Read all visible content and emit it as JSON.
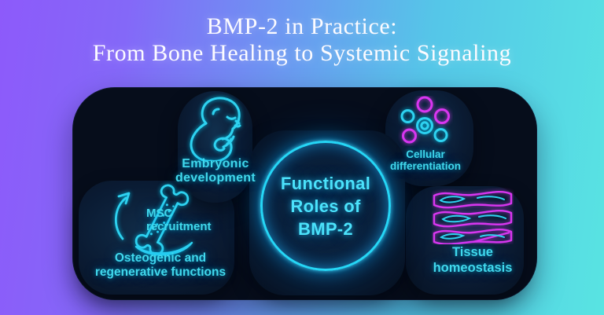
{
  "title": {
    "line1": "BMP-2 in Practice:",
    "line2": "From Bone Healing to Systemic Signaling"
  },
  "center_circle": {
    "line1": "Functional",
    "line2": "Roles of",
    "line3": "BMP-2"
  },
  "nodes": {
    "embryonic": {
      "line1": "Embryonic",
      "line2": "development",
      "icon": "fetus-icon"
    },
    "osteogenic": {
      "callout_line1": "MSC",
      "callout_line2": "recruitment",
      "line1": "Osteogenic and",
      "line2": "regenerative functions",
      "icon": "bone-arrow-icon"
    },
    "cellular": {
      "line1": "Cellular",
      "line2": "differentiation",
      "icon": "cell-cluster-icon"
    },
    "tissue": {
      "line1": "Tissue",
      "line2": "homeostasis",
      "icon": "tissue-layers-icon"
    }
  },
  "colors": {
    "neon_cyan": "#2ed2f0",
    "neon_magenta": "#d936f0",
    "circle_border": "#25d6f6",
    "panel_background": "#060d1b",
    "background_gradient_left": "#8d5afa",
    "background_gradient_right": "#58e4e2",
    "title_text": "#fcfbff"
  }
}
